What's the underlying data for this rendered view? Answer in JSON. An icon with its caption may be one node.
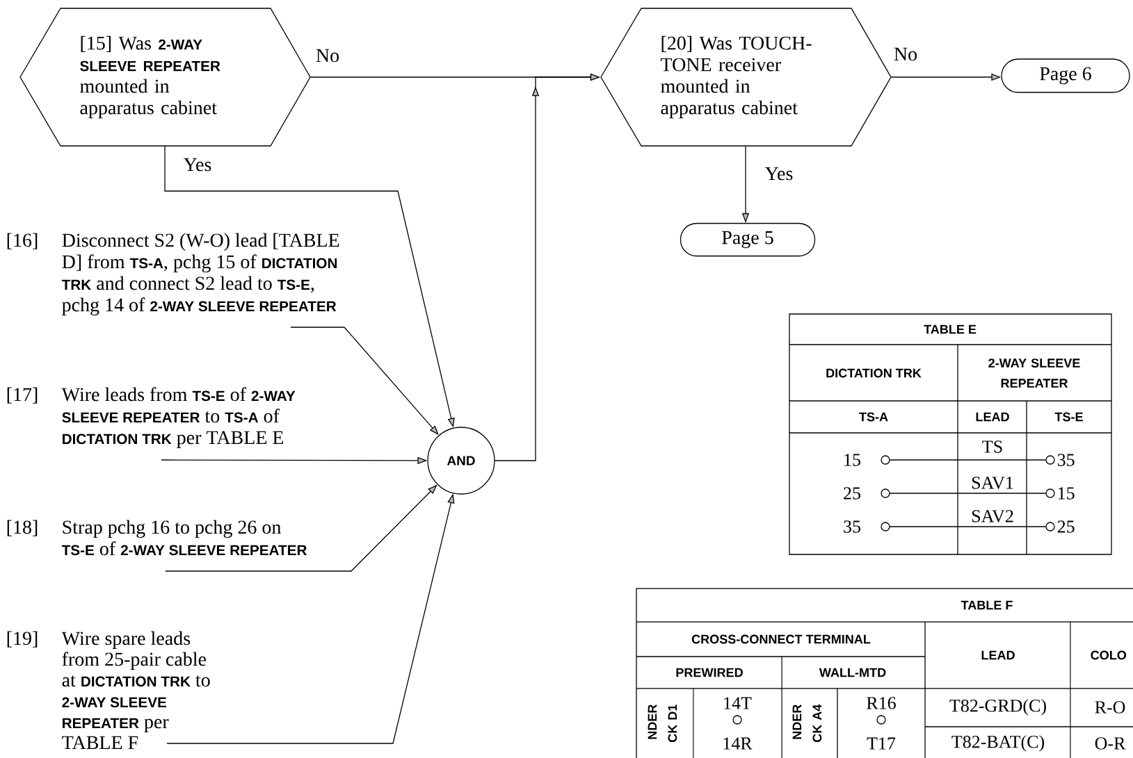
{
  "diagram": {
    "nodes": [
      {
        "text": [
          "[15] Was **2-WAY SLEEVE REPEATER** mounted in apparatus cabinet"
        ]
      },
      {
        "text": [
          "[20] Was TOUCH-TONE receiver mounted in apparatus cabinet"
        ]
      },
      {
        "text": [
          "Page 6"
        ]
      },
      {
        "text": [
          "Page 5"
        ]
      },
      {
        "text": [
          "[16]",
          "Disconnect S2 (W-O) lead [TABLE D] from **TS-A**, pchg 15 of **DICTATION TRK** and connect S2 lead to **TS-E**, pchg 14 of **2-WAY SLEEVE REPEATER**"
        ]
      },
      {
        "text": [
          "[17]",
          "Wire leads from **TS-E** of **2-WAY SLEEVE REPEATER** to **TS-A** of **DICTATION TRK** per TABLE E"
        ]
      },
      {
        "text": [
          "[18]",
          "Strap pchg 16 to pchg 26 on **TS-E** of **2-WAY SLEEVE REPEATER**"
        ]
      },
      {
        "text": [
          "[19]",
          "Wire spare leads from 25-pair cable at **DICTATION TRK** to **2-WAY SLEEVE REPEATER** per TABLE F"
        ]
      },
      {
        "text": [
          "AND"
        ]
      }
    ],
    "edges": [
      {
        "from": 0,
        "to": 1,
        "arrow": "to",
        "label": "No"
      },
      {
        "from": 1,
        "to": 2,
        "arrow": "to",
        "label": "No"
      },
      {
        "from": 1,
        "to": 3,
        "arrow": "to",
        "label": "Yes"
      },
      {
        "from": 0,
        "to": 8,
        "arrow": "to",
        "label": "Yes"
      },
      {
        "from": 4,
        "to": 8,
        "arrow": "to"
      },
      {
        "from": 5,
        "to": 8,
        "arrow": "to"
      },
      {
        "from": 6,
        "to": 8,
        "arrow": "to"
      },
      {
        "from": 7,
        "to": 8,
        "arrow": "to"
      },
      {
        "from": 8,
        "to": 1,
        "arrow": "to"
      }
    ],
    "labels": [
      "TABLE E",
      "DICTATION TRK",
      "2-WAY SLEEVE REPEATER",
      "TS-A",
      "LEAD",
      "TS-E",
      "15",
      "TS",
      "35",
      "25",
      "SAV1",
      "15",
      "35",
      "SAV2",
      "25",
      "TABLE F",
      "CROSS-CONNECT TERMINAL",
      "LEAD",
      "COLO",
      "PREWIRED",
      "WALL-MTD",
      "NDER CK D1",
      "14T",
      "NDER CK A4",
      "R16",
      "T82-GRD(C)",
      "R-O",
      "14R",
      "T17",
      "T82-BAT(C)",
      "O-R"
    ]
  }
}
